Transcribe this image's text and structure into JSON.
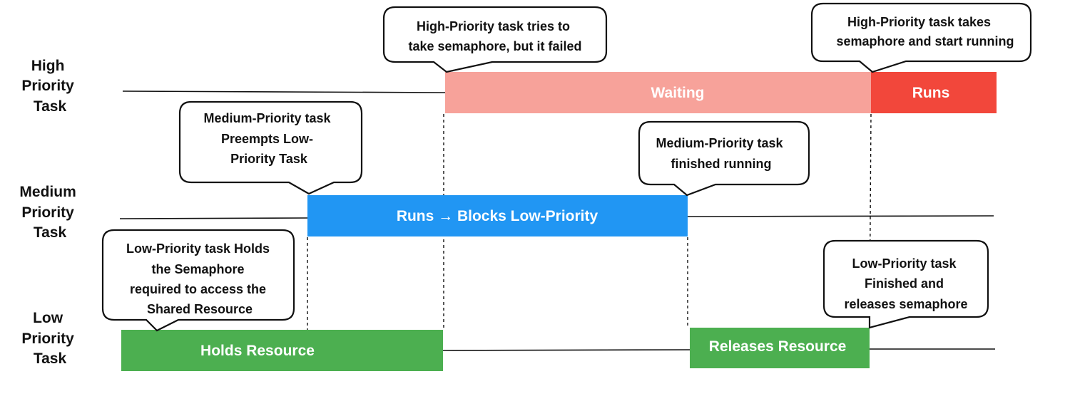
{
  "lanes": {
    "high": [
      "High",
      "Priority",
      "Task"
    ],
    "medium": [
      "Medium",
      "Priority",
      "Task"
    ],
    "low": [
      "Low",
      "Priority",
      "Task"
    ]
  },
  "bars": {
    "high_waiting": "Waiting",
    "high_runs": "Runs",
    "medium_runs": "Runs → Blocks Low-Priority",
    "low_holds": "Holds Resource",
    "low_releases": "Releases Resource"
  },
  "callouts": {
    "high_tries": [
      "High-Priority task tries to",
      "take semaphore, but it failed"
    ],
    "high_takes": [
      "High-Priority task takes",
      "semaphore and start running"
    ],
    "medium_preempts": [
      "Medium-Priority task",
      "Preempts Low-",
      "Priority Task"
    ],
    "medium_finished": [
      "Medium-Priority task",
      "finished running"
    ],
    "low_holds": [
      "Low-Priority task Holds",
      "the Semaphore",
      "required to access the",
      "Shared Resource"
    ],
    "low_finished": [
      "Low-Priority task",
      "Finished and",
      "releases semaphore"
    ]
  },
  "colors": {
    "waiting": "#f7a29a",
    "high_runs": "#f2473b",
    "medium_runs": "#2196f3",
    "low_resource": "#4caf50"
  }
}
